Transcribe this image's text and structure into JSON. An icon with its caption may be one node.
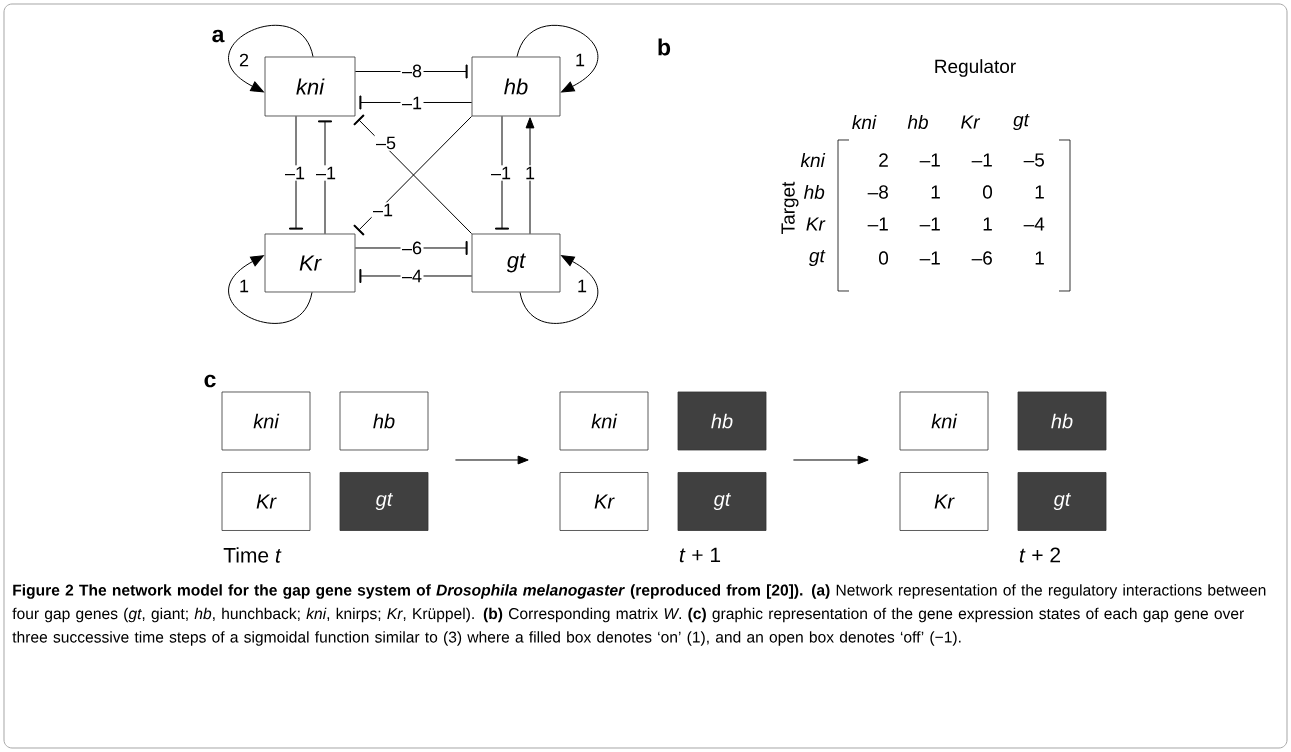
{
  "diagram": {
    "caption": "**Figure 2 The network model for the gap gene system of *Drosophila melanogaster* (reproduced from [20]). (a)** Network representation of the regulatory interactions between four gap genes (*gt*, giant; *hb*, hunchback; *kni*, knirps; *Kr*, Krüppel). **(b)** Corresponding matrix *W*. **(c)** graphic representation of the gene expression states of each gap gene over three successive time steps of a sigmoidal function similar to (3) where a filled box denotes ‘on’ (1), and an open box denotes ‘off’ (−1).",
    "nodes": [
      {
        "text": [
          "kni"
        ]
      },
      {
        "text": [
          "hb"
        ]
      },
      {
        "text": [
          "Kr"
        ]
      },
      {
        "text": [
          "gt"
        ]
      },
      {
        "text": [
          "kni"
        ]
      },
      {
        "text": [
          "hb"
        ]
      },
      {
        "text": [
          "Kr"
        ]
      },
      {
        "text": [
          "gt"
        ]
      },
      {
        "text": [
          "kni"
        ]
      },
      {
        "text": [
          "hb"
        ]
      },
      {
        "text": [
          "Kr"
        ]
      },
      {
        "text": [
          "gt"
        ]
      },
      {
        "text": [
          "kni"
        ]
      },
      {
        "text": [
          "hb"
        ]
      },
      {
        "text": [
          "Kr"
        ]
      },
      {
        "text": [
          "gt"
        ]
      }
    ],
    "edges": [
      {
        "from": 0,
        "to": 1,
        "arrow": "other",
        "label": "–8"
      },
      {
        "from": 1,
        "to": 0,
        "arrow": "other",
        "label": "–1"
      },
      {
        "from": 0,
        "to": 2,
        "arrow": "other",
        "label": "–1"
      },
      {
        "from": 2,
        "to": 0,
        "arrow": "other",
        "label": "–1"
      },
      {
        "from": 3,
        "to": 0,
        "arrow": "other",
        "label": "–5"
      },
      {
        "from": 1,
        "to": 2,
        "arrow": "other",
        "label": "–1"
      },
      {
        "from": 1,
        "to": 3,
        "arrow": "other",
        "label": "–1"
      },
      {
        "from": 3,
        "to": 1,
        "arrow": "to",
        "label": "1"
      },
      {
        "from": 2,
        "to": 3,
        "arrow": "other",
        "label": "–6"
      },
      {
        "from": 3,
        "to": 2,
        "arrow": "other",
        "label": "–4"
      },
      {
        "from": 0,
        "to": 0,
        "arrow": "to",
        "label": "2"
      },
      {
        "from": 1,
        "to": 1,
        "arrow": "to",
        "label": "1"
      },
      {
        "from": 2,
        "to": 2,
        "arrow": "to",
        "label": "1"
      },
      {
        "from": 3,
        "to": 3,
        "arrow": "to",
        "label": "1"
      },
      {
        "from": 5,
        "to": 8,
        "arrow": "to"
      },
      {
        "from": 9,
        "to": 12,
        "arrow": "to"
      }
    ],
    "labels": [
      "a",
      "b",
      "Regulator",
      "kni",
      "hb",
      "Kr",
      "gt",
      "Target",
      "kni",
      "2",
      "–1",
      "–1",
      "–5",
      "hb",
      "–8",
      "1",
      "0",
      "1",
      "Kr",
      "–1",
      "–1",
      "1",
      "–4",
      "gt",
      "0",
      "–1",
      "–6",
      "1",
      "c",
      "Time *t*",
      "*t* + 1",
      "*t* + 2"
    ]
  }
}
